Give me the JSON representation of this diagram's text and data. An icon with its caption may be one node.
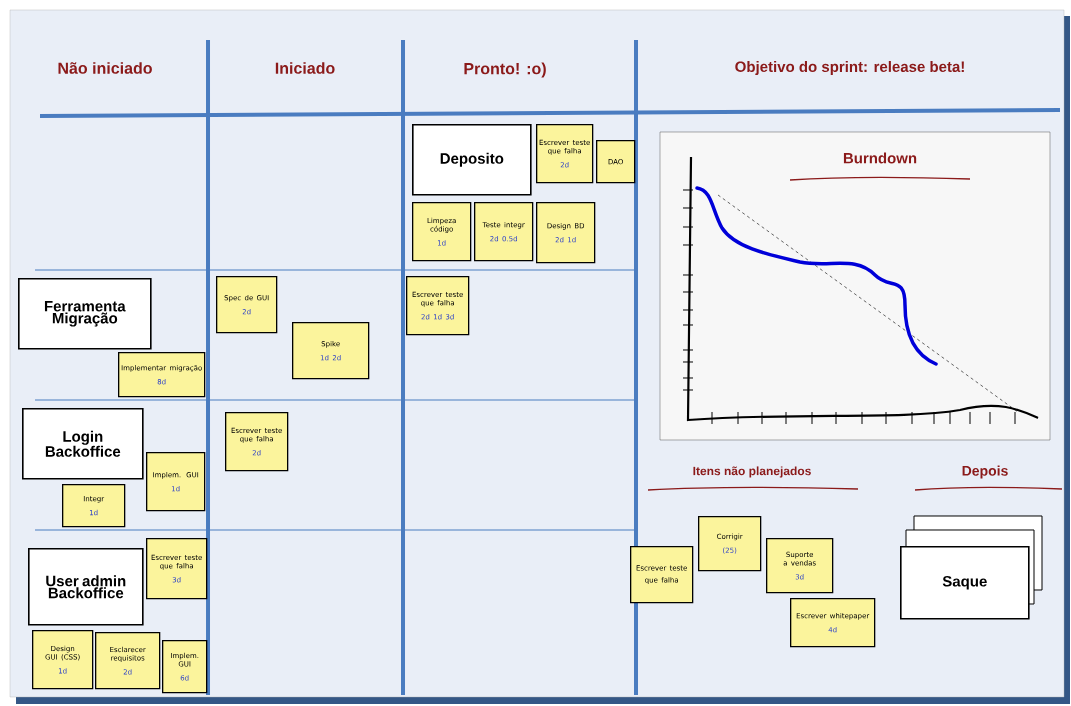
{
  "diagram": {
    "nodes": [
      {
        "text": [
          "Deposito"
        ]
      },
      {
        "text": [
          "Escrever teste que falha",
          "2d"
        ]
      },
      {
        "text": [
          "DAO"
        ]
      },
      {
        "text": [
          "Limpeza código",
          "1d"
        ]
      },
      {
        "text": [
          "Teste integr",
          "2d",
          "0.5d"
        ]
      },
      {
        "text": [
          "Design BD",
          "2d",
          "1d"
        ]
      },
      {
        "text": [
          "Escrever teste que falha",
          "2d",
          "1d",
          "3d"
        ]
      },
      {
        "text": [
          "Ferramenta Migração"
        ]
      },
      {
        "text": [
          "Implementar migração",
          "8d"
        ]
      },
      {
        "text": [
          "Spec de GUI",
          "2d"
        ]
      },
      {
        "text": [
          "Spike",
          "1d",
          "2d"
        ]
      },
      {
        "text": [
          "Login Backoffice"
        ]
      },
      {
        "text": [
          "Implem. GUI",
          "1d"
        ]
      },
      {
        "text": [
          "Integr",
          "1d"
        ]
      },
      {
        "text": [
          "Escrever teste que falha",
          "2d"
        ]
      },
      {
        "text": [
          "User admin Backoffice"
        ]
      },
      {
        "text": [
          "Escrever teste que falha",
          "3d"
        ]
      },
      {
        "text": [
          "Design GUI (CSS)",
          "1d"
        ]
      },
      {
        "text": [
          "Esclarecer requisitos",
          "2d"
        ]
      },
      {
        "text": [
          "Implem. GUI",
          "6d"
        ]
      },
      {
        "text": [
          "Corrigir",
          "(25)"
        ]
      },
      {
        "text": [
          "Escrever teste que falha"
        ]
      },
      {
        "text": [
          "Suporte a vendas",
          "3d"
        ]
      },
      {
        "text": [
          "Escrever whitepaper",
          "4d"
        ]
      },
      {
        "text": [
          "Saque"
        ]
      }
    ],
    "labels": [
      "Não iniciado",
      "Iniciado",
      "Pronto! :o)",
      "Objetivo do sprint: release beta!",
      "Burndown",
      "Itens não planejados",
      "Depois"
    ]
  }
}
